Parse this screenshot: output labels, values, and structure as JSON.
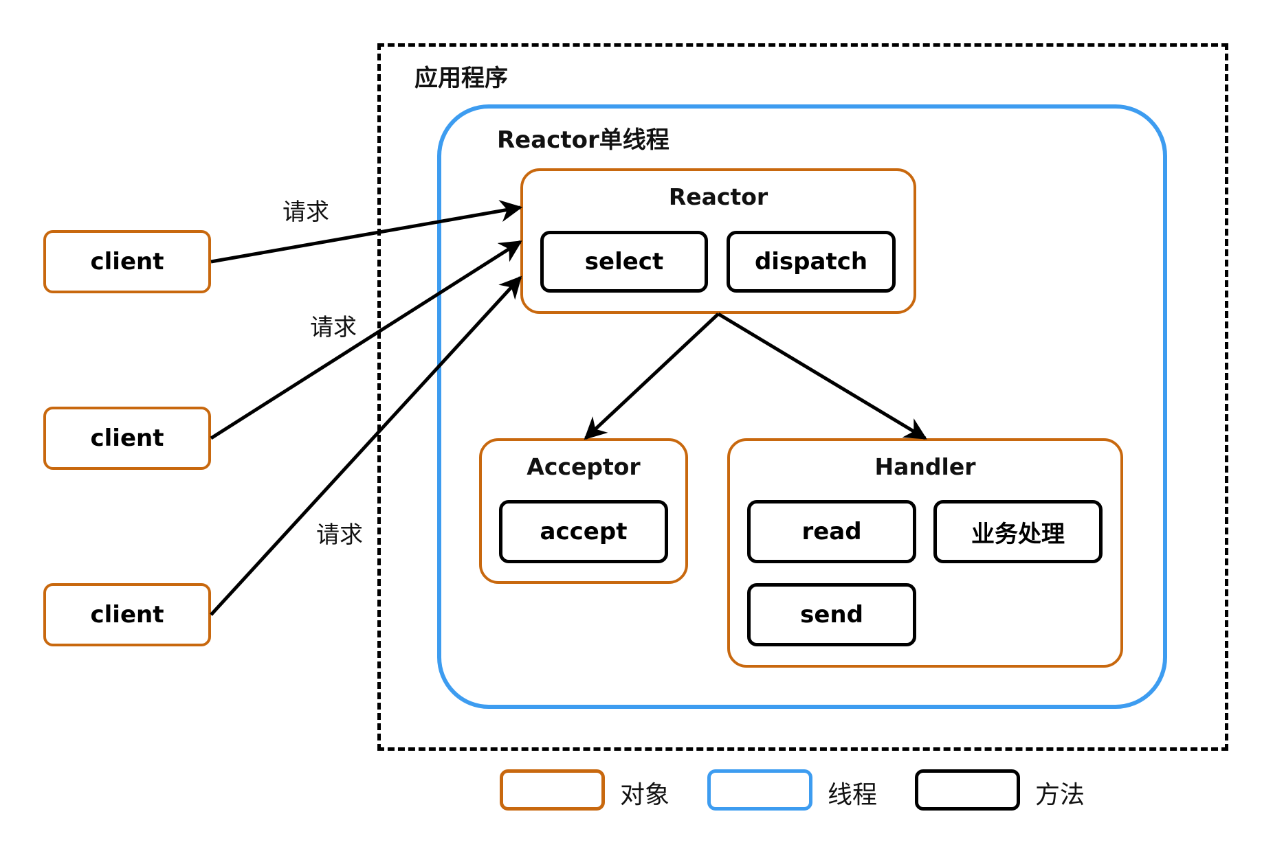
{
  "application": {
    "label": "应用程序"
  },
  "thread": {
    "label": "Reactor单线程"
  },
  "reactor": {
    "title": "Reactor",
    "methods": [
      "select",
      "dispatch"
    ]
  },
  "acceptor": {
    "title": "Acceptor",
    "methods": [
      "accept"
    ]
  },
  "handler": {
    "title": "Handler",
    "methods": [
      "read",
      "业务处理",
      "send"
    ]
  },
  "clients": [
    {
      "label": "client"
    },
    {
      "label": "client"
    },
    {
      "label": "client"
    }
  ],
  "requests": [
    "请求",
    "请求",
    "请求"
  ],
  "legend": [
    {
      "label": "对象",
      "color": "#c8680e"
    },
    {
      "label": "线程",
      "color": "#3d9cf0"
    },
    {
      "label": "方法",
      "color": "#000000"
    }
  ],
  "colors": {
    "object": "#c8680e",
    "thread": "#3d9cf0",
    "method": "#000000"
  }
}
